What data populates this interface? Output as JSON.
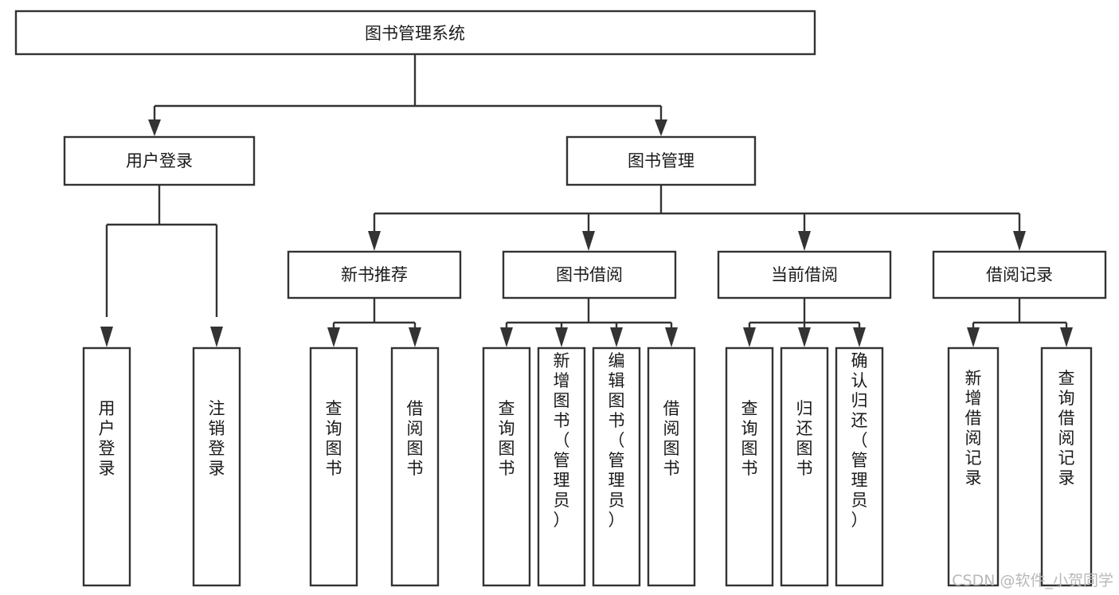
{
  "diagram": {
    "type": "tree-hierarchy",
    "title": "图书管理系统",
    "orientation": "top-down",
    "colors": {
      "box_fill": "#ffffff",
      "box_stroke": "#333333",
      "text": "#1a1a1a",
      "background": "#ffffff",
      "watermark": "#b8b8b8"
    },
    "root": {
      "label": "图书管理系统"
    },
    "level2": [
      {
        "label": "用户登录"
      },
      {
        "label": "图书管理"
      }
    ],
    "level3": [
      {
        "label": "新书推荐"
      },
      {
        "label": "图书借阅"
      },
      {
        "label": "当前借阅"
      },
      {
        "label": "借阅记录"
      }
    ],
    "leaves": {
      "user_login": [
        {
          "label": "用户登录"
        },
        {
          "label": "注销登录"
        }
      ],
      "new_book_recommend": [
        {
          "label": "查询图书"
        },
        {
          "label": "借阅图书"
        }
      ],
      "book_borrow": [
        {
          "label": "查询图书"
        },
        {
          "label": "新增图书（管理员）"
        },
        {
          "label": "编辑图书（管理员）"
        },
        {
          "label": "借阅图书"
        }
      ],
      "current_borrow": [
        {
          "label": "查询图书"
        },
        {
          "label": "归还图书"
        },
        {
          "label": "确认归还（管理员）"
        }
      ],
      "borrow_record": [
        {
          "label": "新增借阅记录"
        },
        {
          "label": "查询借阅记录"
        }
      ]
    }
  },
  "watermark": {
    "text": "CSDN @软件_小贺同学"
  }
}
